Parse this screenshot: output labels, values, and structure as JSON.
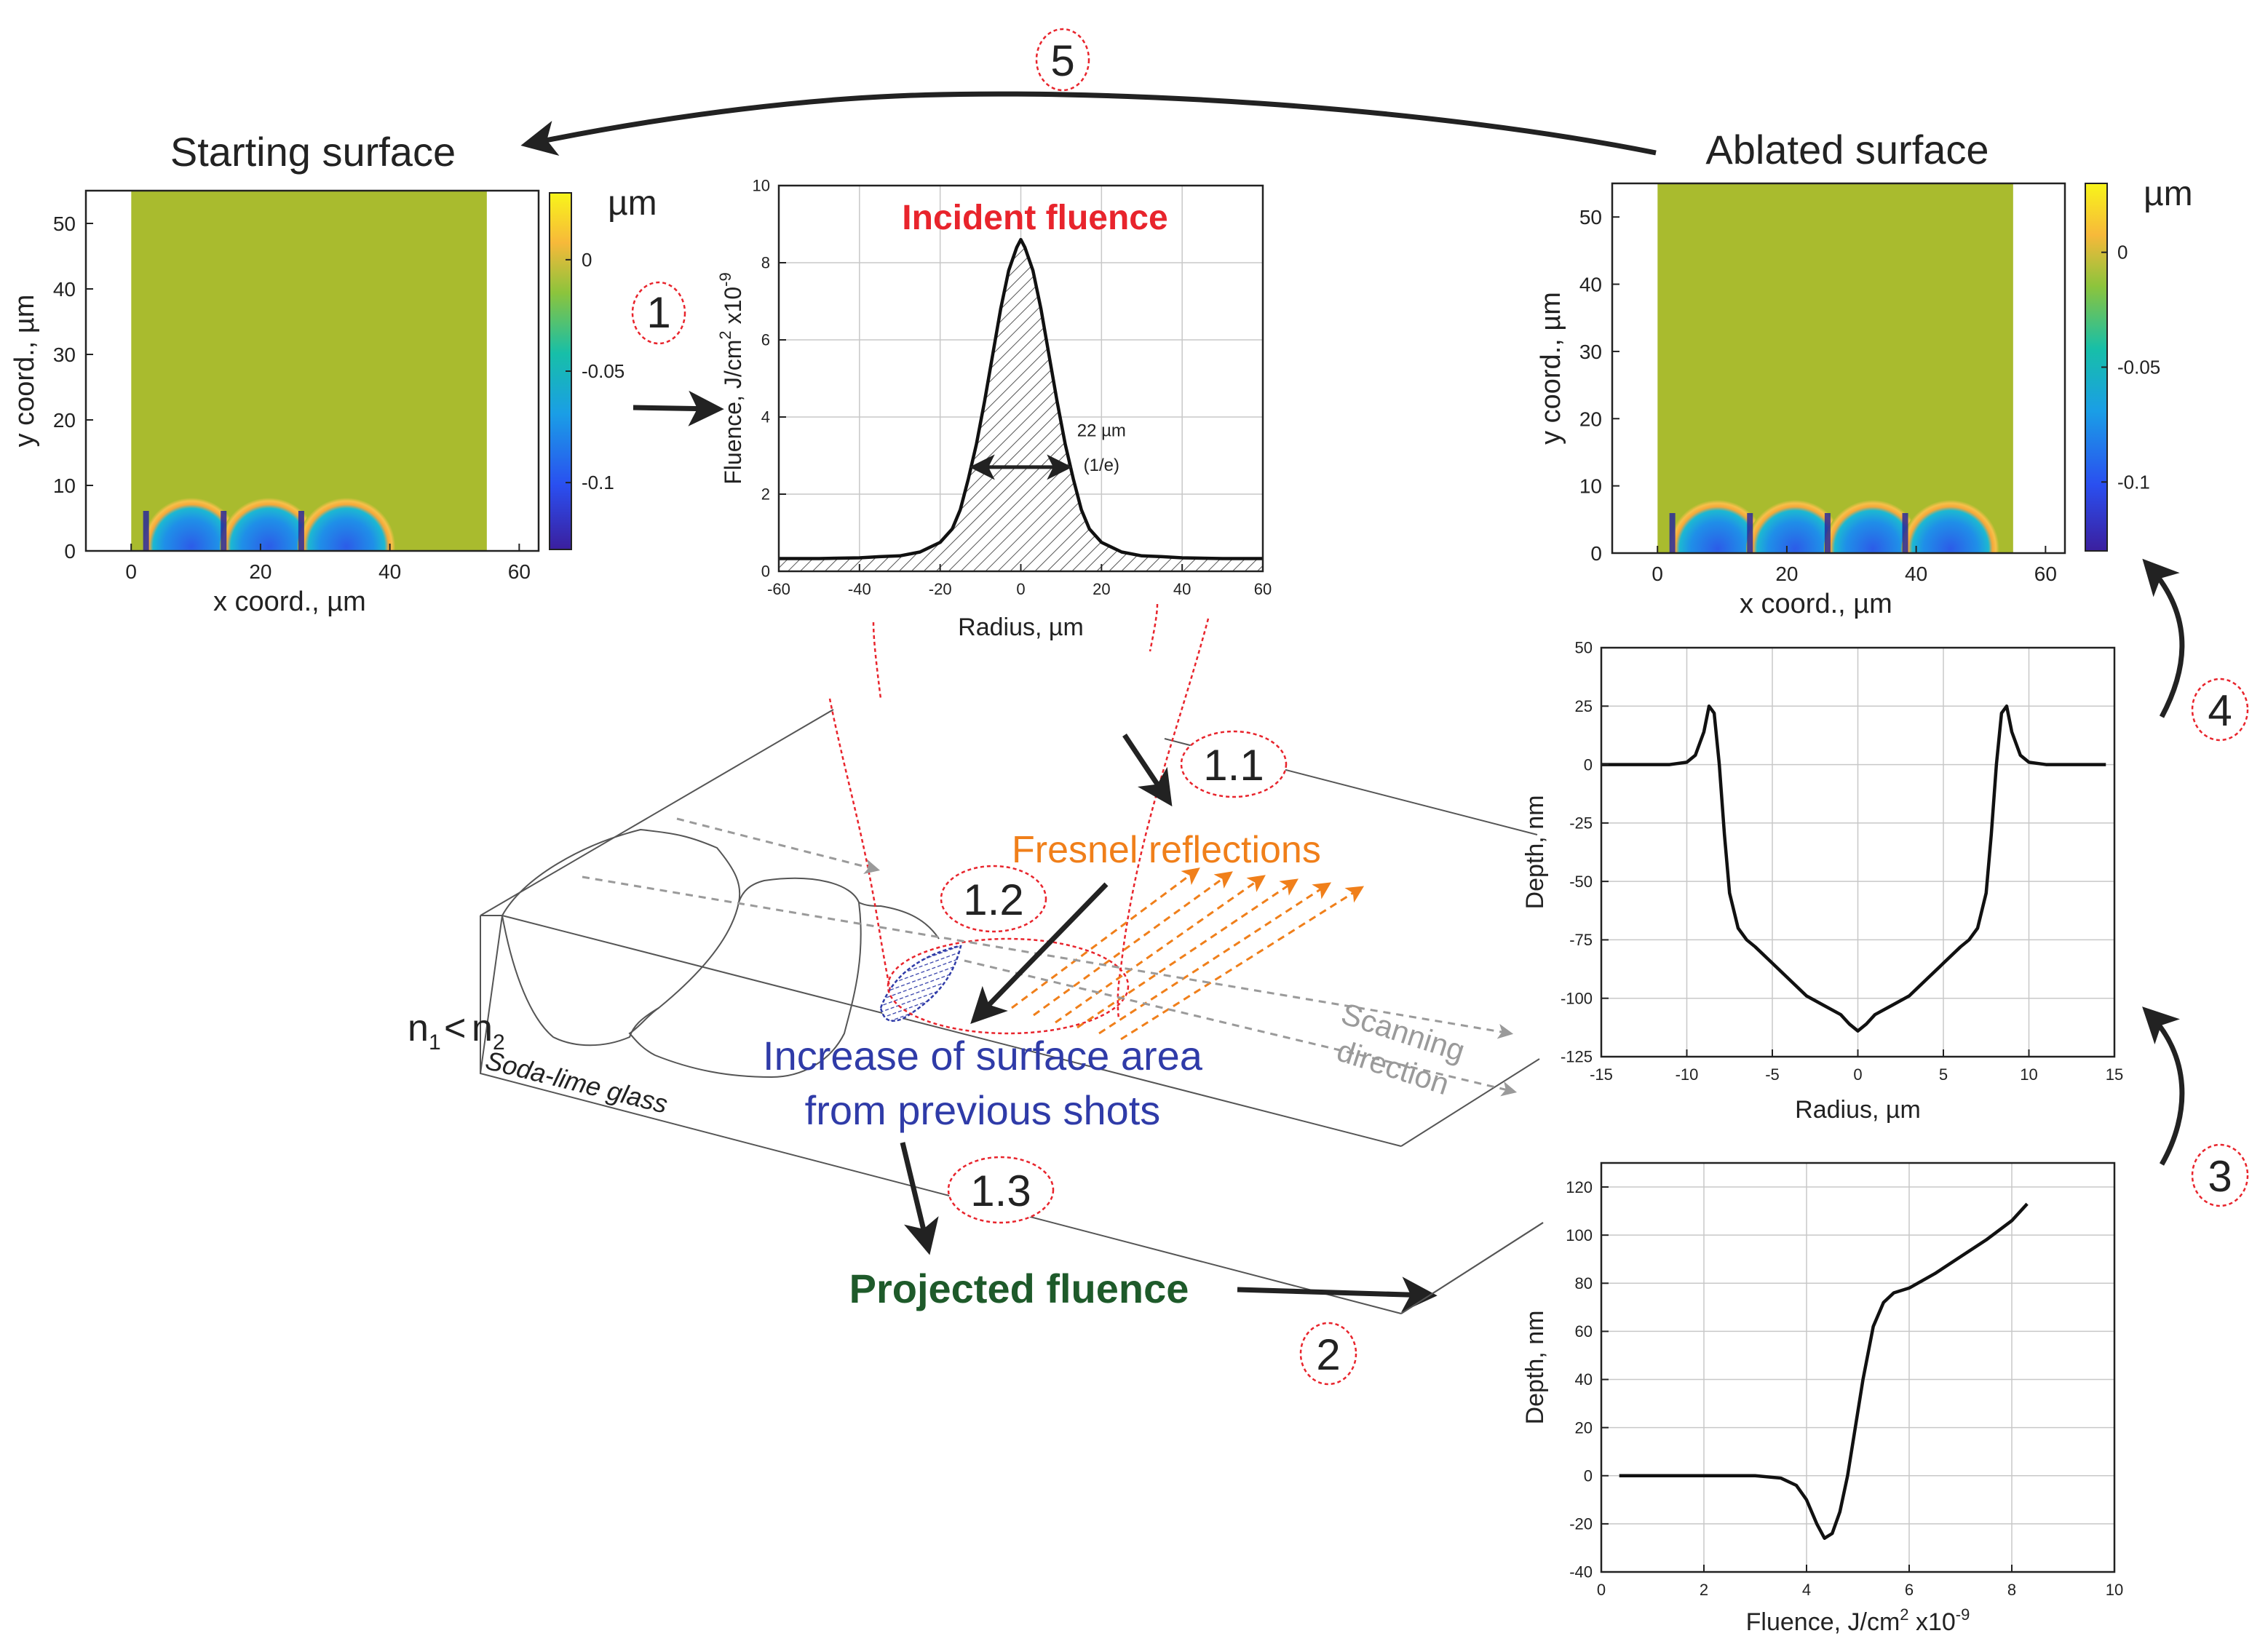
{
  "titles": {
    "starting_surface": "Starting surface",
    "ablated_surface": "Ablated surface"
  },
  "steps": {
    "s1": "1",
    "s11": "1.1",
    "s12": "1.2",
    "s13": "1.3",
    "s2": "2",
    "s3": "3",
    "s4": "4",
    "s5": "5"
  },
  "labels": {
    "incident_fluence": "Incident fluence",
    "fwhm_value": "22 µm",
    "fwhm_note": "(1/e)",
    "fresnel": "Fresnel reflections",
    "increase_line1": "Increase of surface area",
    "increase_line2": "from previous shots",
    "projected_fluence": "Projected fluence",
    "scanning_line1": "Scanning",
    "scanning_line2": "direction",
    "n1": "n",
    "n1_sub": "1",
    "lt": "<",
    "n2": "n",
    "n2_sub": "2",
    "glass": "Soda-lime glass"
  },
  "colors": {
    "red_text": "#e8242c",
    "orange": "#f07f1a",
    "blue_text": "#2f3ba8",
    "green_text": "#1e5a2a",
    "gray_arrow": "#9a9a9a",
    "surface": "#a9bb2e"
  },
  "chart_data": [
    {
      "id": "starting_surface_map",
      "type": "heatmap",
      "title": "Starting surface",
      "xlabel": "x coord., µm",
      "ylabel": "y coord., µm",
      "xlim": [
        -7,
        63
      ],
      "ylim": [
        0,
        55
      ],
      "xticks": [
        0,
        20,
        40,
        60
      ],
      "yticks": [
        0,
        10,
        20,
        30,
        40,
        50
      ],
      "data_x_range": [
        0,
        55
      ],
      "colorbar": {
        "unit": "µm",
        "ticks": [
          0,
          -0.05,
          -0.1
        ],
        "tick_labels": [
          "0",
          "-0.05",
          "-0.1"
        ],
        "range": [
          -0.13,
          0.03
        ]
      },
      "craters_centers_x": [
        3,
        15,
        27
      ],
      "crater_radius": 7
    },
    {
      "id": "incident_fluence",
      "type": "area",
      "title": "Incident fluence",
      "xlabel": "Radius, µm",
      "ylabel": "Fluence, J/cm² x10⁻⁹",
      "ylabel_main": "Fluence, J/cm",
      "ylabel_sup1": "2",
      "ylabel_mult": "x10",
      "ylabel_sup2": "-9",
      "xlim": [
        -60,
        60
      ],
      "ylim": [
        0,
        10
      ],
      "xticks": [
        -60,
        -40,
        -20,
        0,
        20,
        40,
        60
      ],
      "yticks": [
        0,
        2,
        4,
        6,
        8,
        10
      ],
      "x": [
        -60,
        -50,
        -40,
        -35,
        -30,
        -25,
        -20,
        -17,
        -15,
        -13,
        -11,
        -9,
        -7,
        -5,
        -3,
        -1,
        0,
        1,
        3,
        5,
        7,
        9,
        11,
        13,
        15,
        17,
        20,
        25,
        30,
        35,
        40,
        50,
        60
      ],
      "y": [
        0.33,
        0.33,
        0.35,
        0.38,
        0.4,
        0.5,
        0.75,
        1.1,
        1.6,
        2.4,
        3.3,
        4.4,
        5.6,
        6.8,
        7.8,
        8.4,
        8.6,
        8.4,
        7.8,
        6.8,
        5.6,
        4.4,
        3.3,
        2.4,
        1.6,
        1.1,
        0.75,
        0.5,
        0.4,
        0.38,
        0.35,
        0.33,
        0.33
      ]
    },
    {
      "id": "ablated_surface_map",
      "type": "heatmap",
      "title": "Ablated surface",
      "xlabel": "x coord., µm",
      "ylabel": "y coord., µm",
      "xlim": [
        -7,
        63
      ],
      "ylim": [
        0,
        55
      ],
      "xticks": [
        0,
        20,
        40,
        60
      ],
      "yticks": [
        0,
        10,
        20,
        30,
        40,
        50
      ],
      "data_x_range": [
        0,
        55
      ],
      "colorbar": {
        "unit": "µm",
        "ticks": [
          0,
          -0.05,
          -0.1
        ],
        "tick_labels": [
          "0",
          "-0.05",
          "-0.1"
        ],
        "range": [
          -0.13,
          0.03
        ]
      },
      "craters_centers_x": [
        3,
        15,
        27,
        39
      ],
      "crater_radius": 7
    },
    {
      "id": "depth_vs_radius",
      "type": "line",
      "xlabel": "Radius, µm",
      "ylabel": "Depth, nm",
      "xlim": [
        -15,
        15
      ],
      "ylim": [
        -125,
        50
      ],
      "xticks": [
        -15,
        -10,
        -5,
        0,
        5,
        10,
        15
      ],
      "yticks": [
        -125,
        -100,
        -75,
        -50,
        -25,
        0,
        25,
        50
      ],
      "x": [
        -15,
        -11,
        -10,
        -9.5,
        -9,
        -8.7,
        -8.4,
        -8.1,
        -7.8,
        -7.5,
        -7,
        -6.5,
        -6,
        -5,
        -4,
        -3,
        -2,
        -1,
        -0.5,
        0,
        0.5,
        1,
        2,
        3,
        4,
        5,
        6,
        6.5,
        7,
        7.5,
        7.8,
        8.1,
        8.4,
        8.7,
        9,
        9.5,
        10,
        11,
        14.5
      ],
      "y": [
        0,
        0,
        1,
        4,
        14,
        25,
        22,
        0,
        -30,
        -55,
        -70,
        -75,
        -78,
        -85,
        -92,
        -99,
        -103,
        -107,
        -111,
        -114,
        -111,
        -107,
        -103,
        -99,
        -92,
        -85,
        -78,
        -75,
        -70,
        -55,
        -30,
        0,
        22,
        25,
        14,
        4,
        1,
        0,
        0
      ]
    },
    {
      "id": "depth_vs_fluence",
      "type": "line",
      "xlabel": "Fluence, J/cm² x10⁻⁹",
      "xlabel_main": "Fluence, J/cm",
      "xlabel_sup1": "2",
      "xlabel_mult": "x10",
      "xlabel_sup2": "-9",
      "ylabel": "Depth, nm",
      "xlim": [
        0,
        10
      ],
      "ylim": [
        -40,
        130
      ],
      "xticks": [
        0,
        2,
        4,
        6,
        8,
        10
      ],
      "yticks": [
        -40,
        -20,
        0,
        20,
        40,
        60,
        80,
        100,
        120
      ],
      "x": [
        0.35,
        1,
        2,
        3,
        3.5,
        3.8,
        4.0,
        4.2,
        4.35,
        4.5,
        4.65,
        4.8,
        4.95,
        5.1,
        5.3,
        5.5,
        5.7,
        6.0,
        6.5,
        7,
        7.5,
        8.0,
        8.3
      ],
      "y": [
        0,
        0,
        0,
        0,
        -1,
        -4,
        -10,
        -20,
        -26,
        -24,
        -15,
        0,
        20,
        40,
        62,
        72,
        76,
        78,
        84,
        91,
        98,
        106,
        113
      ]
    }
  ]
}
